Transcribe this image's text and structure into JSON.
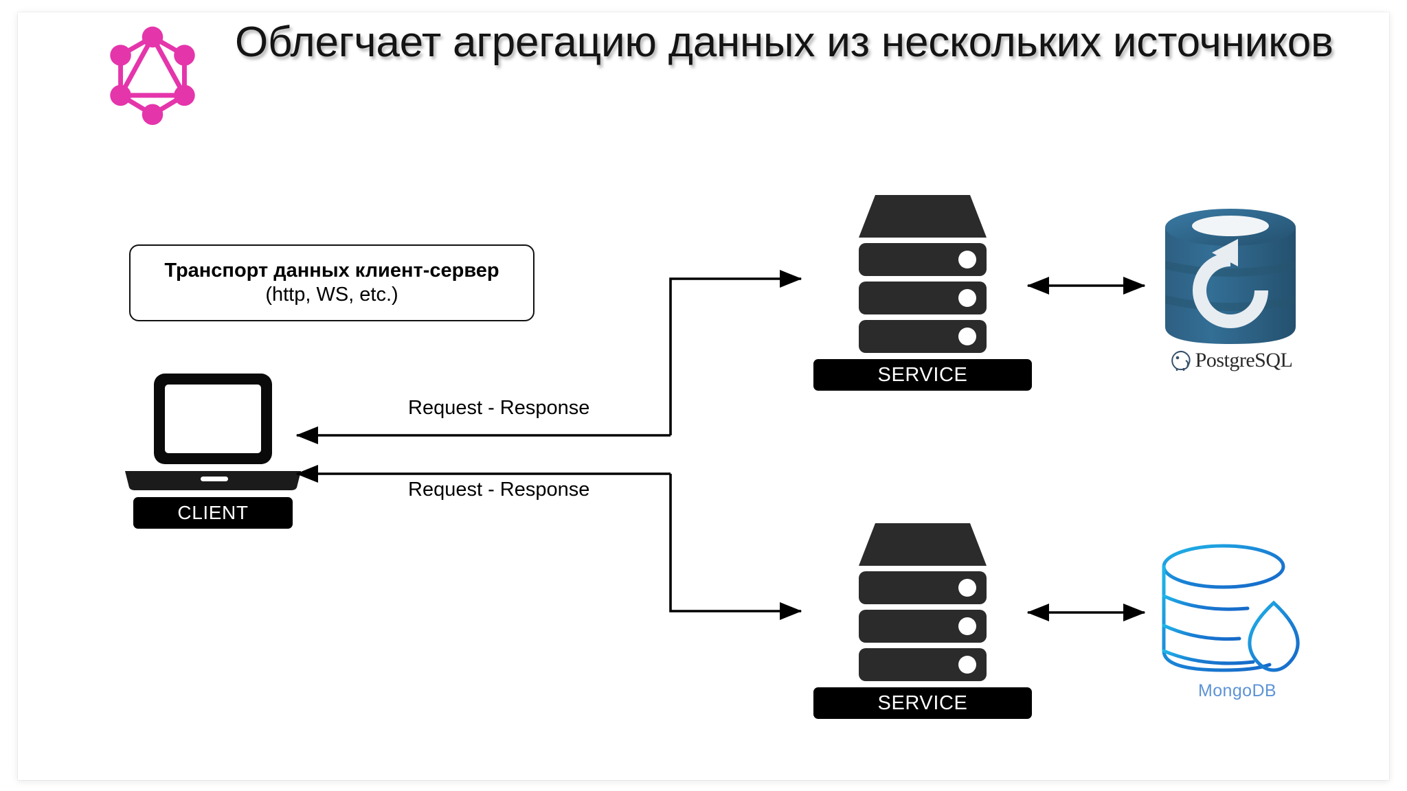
{
  "slide": {
    "header": {
      "logo_name": "graphql-logo",
      "logo_color": "#e535ab",
      "title": "Облегчает агрегацию данных из нескольких источников"
    },
    "diagram": {
      "transport_box": {
        "line1": "Транспорт данных клиент-сервер",
        "line2": "(http, WS, etc.)"
      },
      "client": {
        "label": "CLIENT",
        "icon": "laptop-icon"
      },
      "services": [
        {
          "label": "SERVICE",
          "icon": "server-rack-icon"
        },
        {
          "label": "SERVICE",
          "icon": "server-rack-icon"
        }
      ],
      "databases": [
        {
          "name": "PostgreSQL",
          "icon": "postgresql-database-icon",
          "color": "#31688e"
        },
        {
          "name": "MongoDB",
          "icon": "mongodb-database-icon",
          "color": "#1a8fe0"
        }
      ],
      "connector_labels": [
        "Request - Response",
        "Request - Response"
      ]
    }
  }
}
